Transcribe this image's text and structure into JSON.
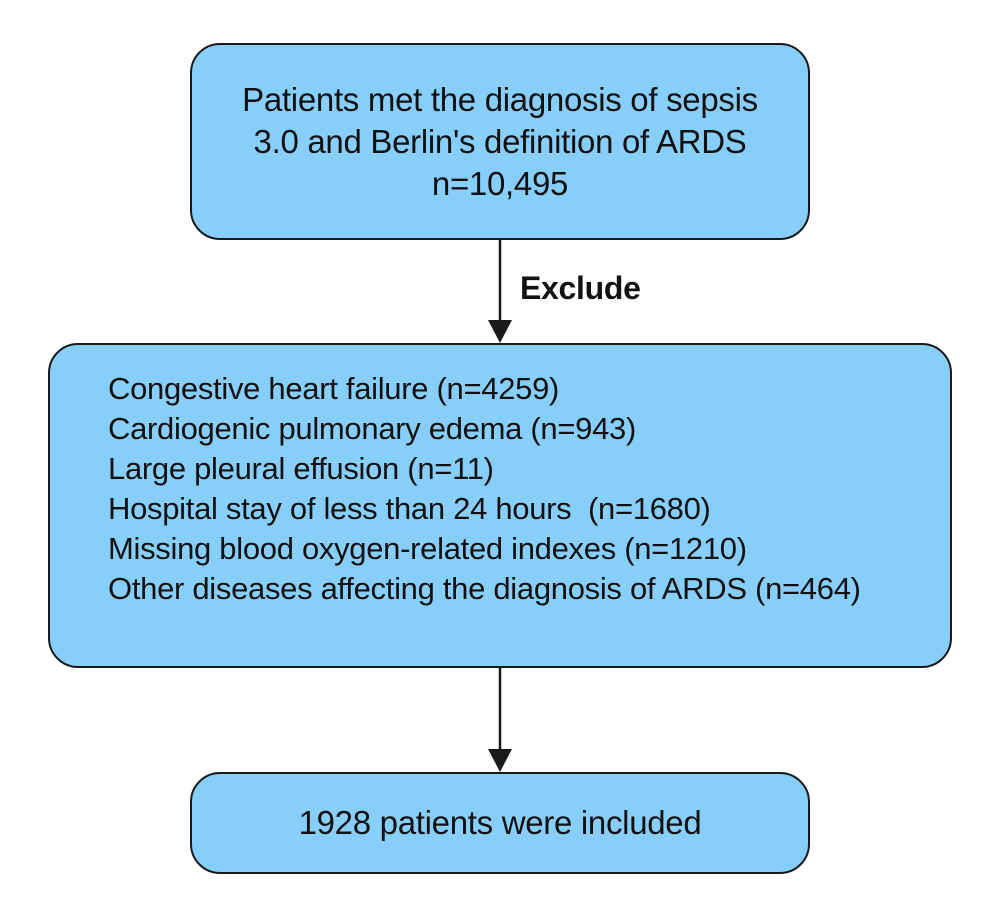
{
  "colors": {
    "box_fill": "#87cefa",
    "stroke": "#1a1a1a"
  },
  "top_box": {
    "lines": [
      "Patients met the diagnosis of sepsis",
      "3.0 and Berlin's definition of ARDS",
      "n=10,495"
    ]
  },
  "arrow_label": "Exclude",
  "exclusion_box": {
    "items": [
      "Congestive heart failure (n=4259)",
      "Cardiogenic pulmonary edema (n=943)",
      "Large pleural effusion (n=11)",
      "Hospital stay of less than 24 hours  (n=1680)",
      "Missing blood oxygen-related indexes (n=1210)",
      "Other diseases affecting the diagnosis of ARDS (n=464)"
    ]
  },
  "bottom_box": {
    "text": "1928 patients were included"
  }
}
